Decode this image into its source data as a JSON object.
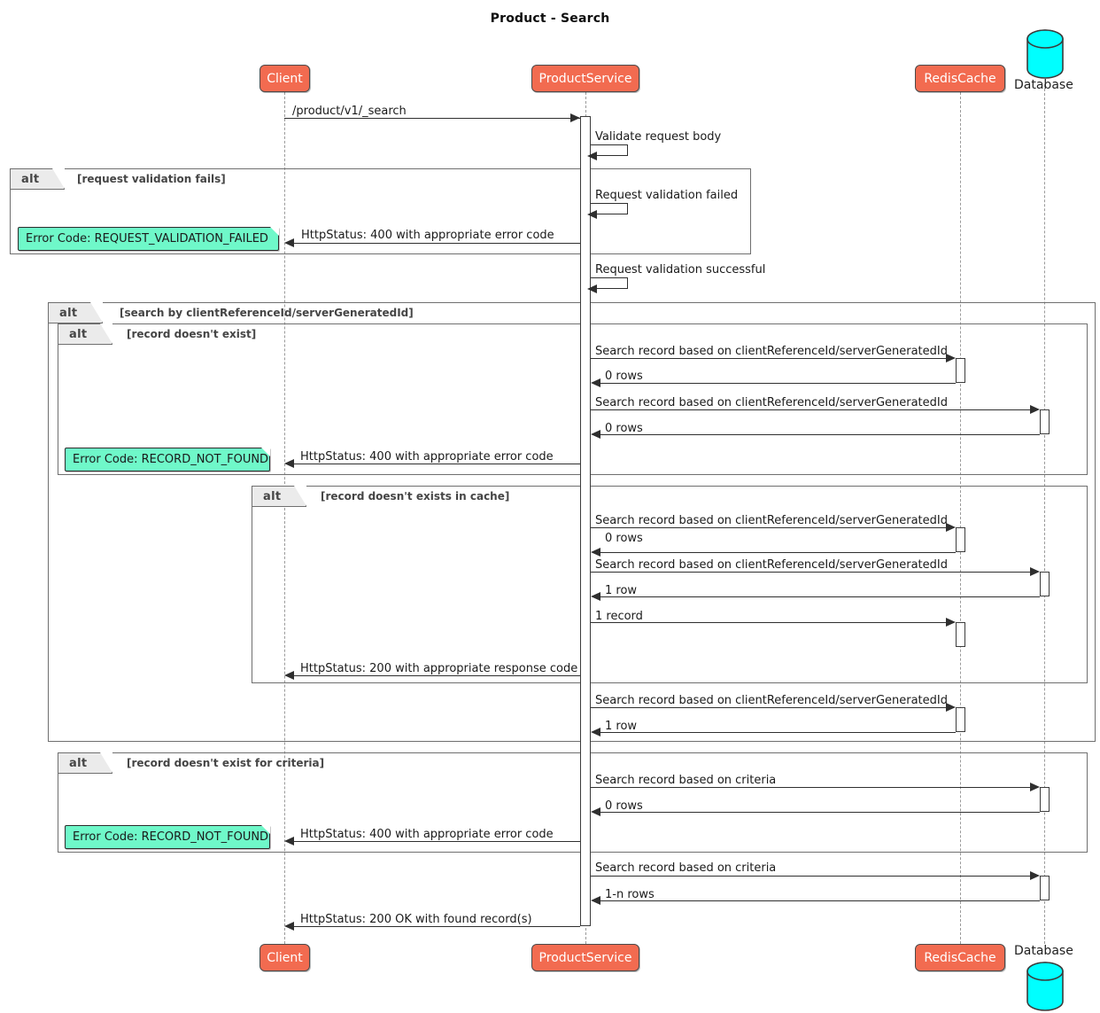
{
  "diagram": {
    "title": "Product - Search",
    "type": "sequence-diagram",
    "colors": {
      "participant_fill": "#F26B50",
      "participant_text": "#FFFFFF",
      "note_fill": "#6FF8C9",
      "database_fill": "#00FFFF",
      "frame_tab_fill": "#EBEBEB",
      "line": "#2F2F2F"
    }
  },
  "participants": [
    {
      "id": "client",
      "label": "Client",
      "kind": "actor-box"
    },
    {
      "id": "productservice",
      "label": "ProductService",
      "kind": "actor-box"
    },
    {
      "id": "rediscache",
      "label": "RedisCache",
      "kind": "actor-box"
    },
    {
      "id": "database",
      "label": "Database",
      "kind": "database-cylinder"
    }
  ],
  "frames": [
    {
      "id": "f1",
      "kind": "alt",
      "label": "alt",
      "condition": "[request validation fails]"
    },
    {
      "id": "f2",
      "kind": "alt",
      "label": "alt",
      "condition": "[search by clientReferenceId/serverGeneratedId]"
    },
    {
      "id": "f3",
      "kind": "alt",
      "label": "alt",
      "condition": "[record doesn't exist]"
    },
    {
      "id": "f4",
      "kind": "alt",
      "label": "alt",
      "condition": "[record doesn't exists in cache]"
    },
    {
      "id": "f5",
      "kind": "alt",
      "label": "alt",
      "condition": "[record doesn't exist for criteria]"
    }
  ],
  "messages": [
    {
      "id": "m1",
      "from": "client",
      "to": "productservice",
      "dir": "right",
      "text": "/product/v1/_search"
    },
    {
      "id": "m2",
      "from": "productservice",
      "to": "productservice",
      "dir": "self",
      "text": "Validate request body"
    },
    {
      "id": "m3",
      "from": "productservice",
      "to": "productservice",
      "dir": "self",
      "text": "Request validation failed"
    },
    {
      "id": "m4",
      "from": "productservice",
      "to": "client",
      "dir": "left",
      "text": "HttpStatus: 400 with appropriate error code"
    },
    {
      "id": "m5",
      "from": "productservice",
      "to": "productservice",
      "dir": "self",
      "text": "Request validation successful"
    },
    {
      "id": "m6",
      "from": "productservice",
      "to": "rediscache",
      "dir": "right",
      "text": "Search record based on clientReferenceId/serverGeneratedId"
    },
    {
      "id": "m7",
      "from": "rediscache",
      "to": "productservice",
      "dir": "left",
      "text": "0 rows"
    },
    {
      "id": "m8",
      "from": "productservice",
      "to": "database",
      "dir": "right",
      "text": "Search record based on clientReferenceId/serverGeneratedId"
    },
    {
      "id": "m9",
      "from": "database",
      "to": "productservice",
      "dir": "left",
      "text": "0 rows"
    },
    {
      "id": "m10",
      "from": "productservice",
      "to": "client",
      "dir": "left",
      "text": "HttpStatus: 400 with appropriate error code"
    },
    {
      "id": "m11",
      "from": "productservice",
      "to": "rediscache",
      "dir": "right",
      "text": "Search record based on clientReferenceId/serverGeneratedId"
    },
    {
      "id": "m12",
      "from": "rediscache",
      "to": "productservice",
      "dir": "left",
      "text": "0 rows"
    },
    {
      "id": "m13",
      "from": "productservice",
      "to": "database",
      "dir": "right",
      "text": "Search record based on clientReferenceId/serverGeneratedId"
    },
    {
      "id": "m14",
      "from": "database",
      "to": "productservice",
      "dir": "left",
      "text": "1 row"
    },
    {
      "id": "m15",
      "from": "productservice",
      "to": "rediscache",
      "dir": "right",
      "text": "1 record"
    },
    {
      "id": "m16",
      "from": "productservice",
      "to": "client",
      "dir": "left",
      "text": "HttpStatus: 200 with appropriate response code"
    },
    {
      "id": "m17",
      "from": "productservice",
      "to": "rediscache",
      "dir": "right",
      "text": "Search record based on clientReferenceId/serverGeneratedId"
    },
    {
      "id": "m18",
      "from": "rediscache",
      "to": "productservice",
      "dir": "left",
      "text": "1 row"
    },
    {
      "id": "m19",
      "from": "productservice",
      "to": "database",
      "dir": "right",
      "text": "Search record based on criteria"
    },
    {
      "id": "m20",
      "from": "database",
      "to": "productservice",
      "dir": "left",
      "text": "0 rows"
    },
    {
      "id": "m21",
      "from": "productservice",
      "to": "client",
      "dir": "left",
      "text": "HttpStatus: 400 with appropriate error code"
    },
    {
      "id": "m22",
      "from": "productservice",
      "to": "database",
      "dir": "right",
      "text": "Search record based on criteria"
    },
    {
      "id": "m23",
      "from": "database",
      "to": "productservice",
      "dir": "left",
      "text": "1-n rows"
    },
    {
      "id": "m24",
      "from": "productservice",
      "to": "client",
      "dir": "left",
      "text": "HttpStatus: 200 OK with found record(s)"
    }
  ],
  "notes": [
    {
      "id": "n1",
      "text": "Error Code: REQUEST_VALIDATION_FAILED"
    },
    {
      "id": "n2",
      "text": "Error Code: RECORD_NOT_FOUND"
    },
    {
      "id": "n3",
      "text": "Error Code: RECORD_NOT_FOUND"
    }
  ]
}
